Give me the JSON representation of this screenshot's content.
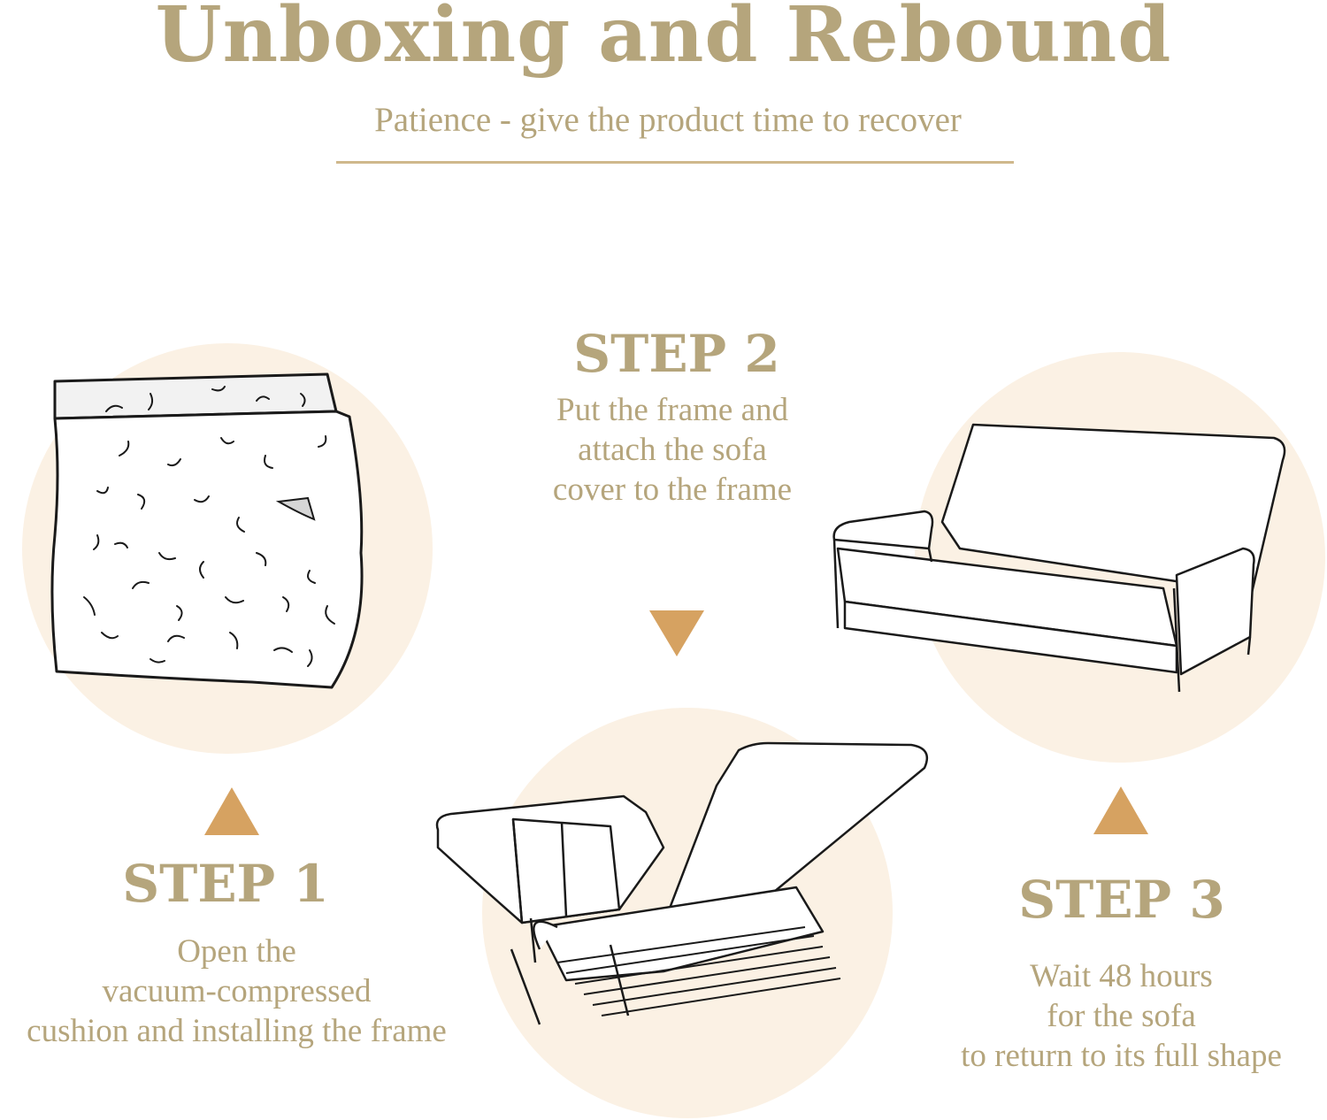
{
  "header": {
    "title": "Unboxing and Rebound",
    "subtitle": "Patience - give the product time to recover"
  },
  "steps": [
    {
      "title": "STEP 1",
      "lines": [
        "Open the",
        "vacuum-compressed",
        "cushion and installing the frame"
      ]
    },
    {
      "title": "STEP 2",
      "lines": [
        "Put the frame and",
        "attach the sofa",
        "cover to the frame"
      ]
    },
    {
      "title": "STEP 3",
      "lines": [
        "Wait 48 hours",
        "for the sofa",
        "to return to its full shape"
      ]
    }
  ],
  "colors": {
    "text": "#b5a57c",
    "circle": "#fbf1e4",
    "arrow": "#d6a261",
    "divider": "#cfb88c"
  },
  "icons": [
    "compressed-cushion-illustration",
    "folding-frame-illustration",
    "sofa-bed-illustration"
  ]
}
